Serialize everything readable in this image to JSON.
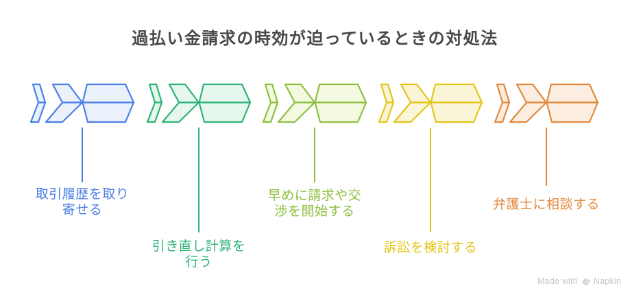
{
  "title": "過払い金請求の時効が迫っているときの対処法",
  "title_color": "#47484a",
  "diagram": {
    "type": "process-chevron-arrows",
    "direction": "left-to-right",
    "step_count": 5
  },
  "steps": [
    {
      "id": "obtain-transaction-history",
      "label": "取引履歴を取り\n寄せる",
      "stroke": "#4c7fe6",
      "fill": "#eaf1fb"
    },
    {
      "id": "recalculation",
      "label": "引き直し計算を\n行う",
      "stroke": "#2db377",
      "fill": "#e6f8ee"
    },
    {
      "id": "start-claims-early",
      "label": "早めに請求や交\n渉を開始する",
      "stroke": "#8ec03f",
      "fill": "#f4fae2"
    },
    {
      "id": "consider-litigation",
      "label": "訴訟を検討する",
      "stroke": "#e4c517",
      "fill": "#fbf5d8"
    },
    {
      "id": "consult-lawyer",
      "label": "弁護士に相談する",
      "stroke": "#e18a3e",
      "fill": "#fbeee0"
    }
  ],
  "watermark": {
    "prefix": "Made with",
    "brand": "Napkin",
    "color": "#c4c7ca"
  }
}
